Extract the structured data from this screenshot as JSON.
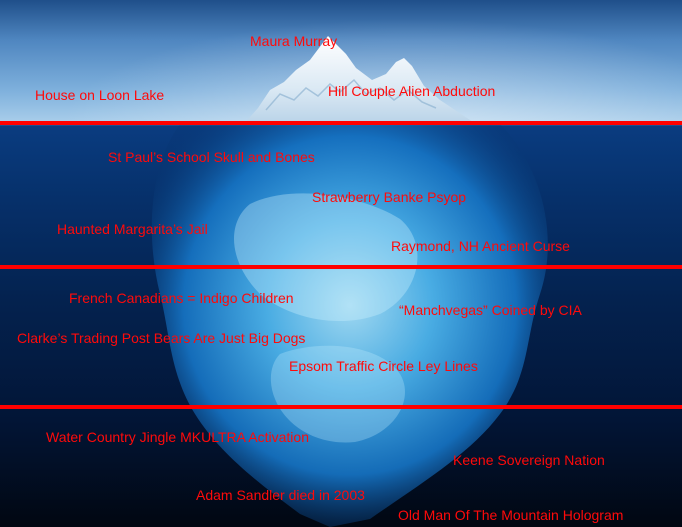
{
  "colors": {
    "label": "#ff0a0a",
    "line": "#ff0000",
    "sky": "#6fa3d6",
    "water_deep": "#021536",
    "ice": "#7fd4ff"
  },
  "levels": [
    {
      "name": "above-water",
      "items": [
        {
          "id": "maura-murray",
          "text": "Maura Murray"
        },
        {
          "id": "house-on-loon-lake",
          "text": "House on Loon Lake"
        },
        {
          "id": "hill-couple",
          "text": "Hill Couple Alien Abduction"
        }
      ]
    },
    {
      "name": "level-2",
      "items": [
        {
          "id": "st-pauls",
          "text": "St Paul’s School Skull and Bones"
        },
        {
          "id": "strawbery-banke",
          "text": "Strawberry Banke Psyop"
        },
        {
          "id": "haunted-margaritas",
          "text": "Haunted Margarita’s Jail"
        },
        {
          "id": "raymond-curse",
          "text": "Raymond, NH Ancient Curse"
        }
      ]
    },
    {
      "name": "level-3",
      "items": [
        {
          "id": "french-canadians",
          "text": "French Canadians = Indigo Children"
        },
        {
          "id": "manchvegas",
          "text": "“Manchvegas” Coined by CIA"
        },
        {
          "id": "clarkes-bears",
          "text": "Clarke’s Trading Post Bears Are Just Big Dogs"
        },
        {
          "id": "epsom-circle",
          "text": "Epsom Traffic Circle Ley Lines"
        }
      ]
    },
    {
      "name": "level-4",
      "items": [
        {
          "id": "water-country",
          "text": "Water Country Jingle MKULTRA Activation"
        },
        {
          "id": "keene-nation",
          "text": "Keene Sovereign Nation"
        },
        {
          "id": "adam-sandler",
          "text": "Adam Sandler died in 2003"
        },
        {
          "id": "old-man",
          "text": "Old Man Of The Mountain Hologram"
        }
      ]
    }
  ]
}
